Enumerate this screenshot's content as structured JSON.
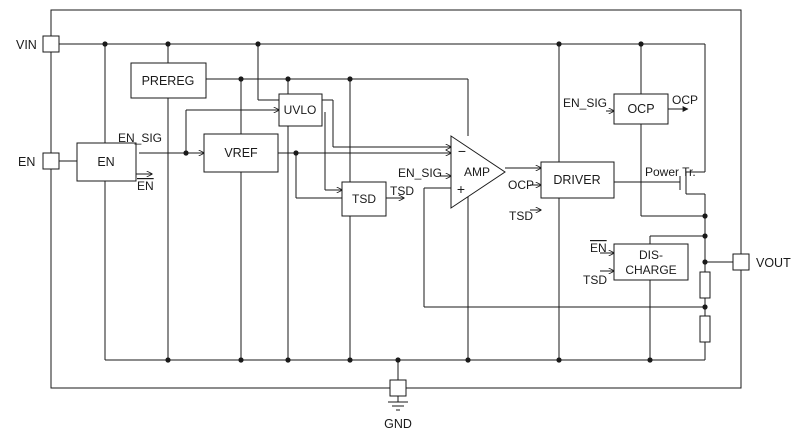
{
  "pins": {
    "vin": "VIN",
    "en": "EN",
    "vout": "VOUT",
    "gnd": "GND"
  },
  "blocks": {
    "prereg": "PREREG",
    "en": "EN",
    "vref": "VREF",
    "uvlo": "UVLO",
    "tsd": "TSD",
    "amp": "AMP",
    "driver": "DRIVER",
    "ocp": "OCP",
    "discharge_line1": "DIS-",
    "discharge_line2": "CHARGE"
  },
  "signals": {
    "en_sig": "EN_SIG",
    "en_bar": "EN",
    "tsd": "TSD",
    "ocp": "OCP",
    "minus": "−",
    "plus": "+"
  },
  "labels": {
    "power_tr": "Power Tr."
  }
}
